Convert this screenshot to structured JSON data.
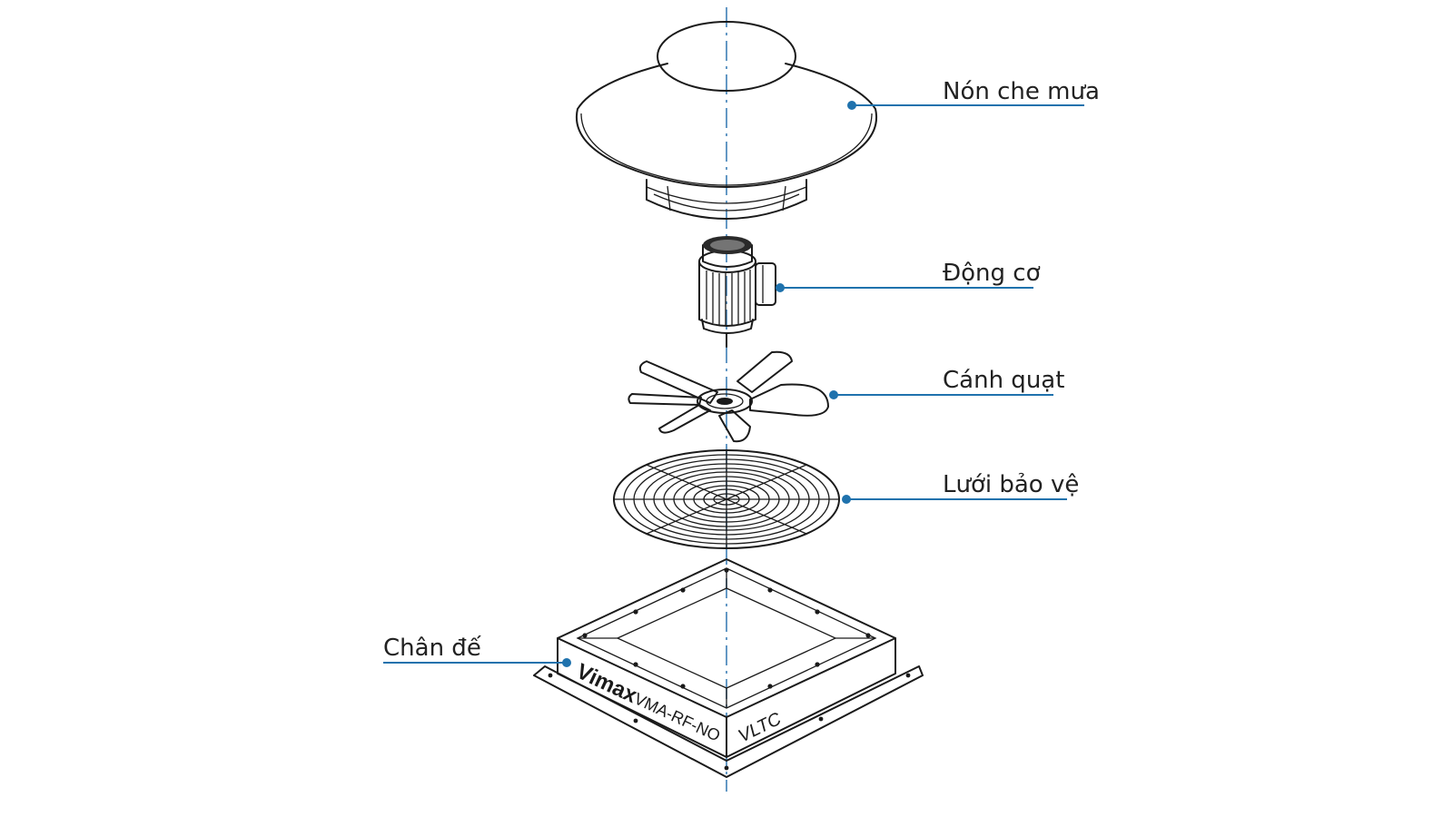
{
  "labels": {
    "rain_cap": "Nón che mưa",
    "motor": "Động cơ",
    "impeller": "Cánh quạt",
    "guard": "Lưới bảo vệ",
    "base": "Chân đế"
  },
  "base_markings": {
    "brand": "Vimax",
    "model": "VMA-RF-NO",
    "corner_mark": "VLTC"
  },
  "colors": {
    "leader": "#1f72ad",
    "axis": "#3d7fb5",
    "line_art": "#1a1a1a"
  }
}
